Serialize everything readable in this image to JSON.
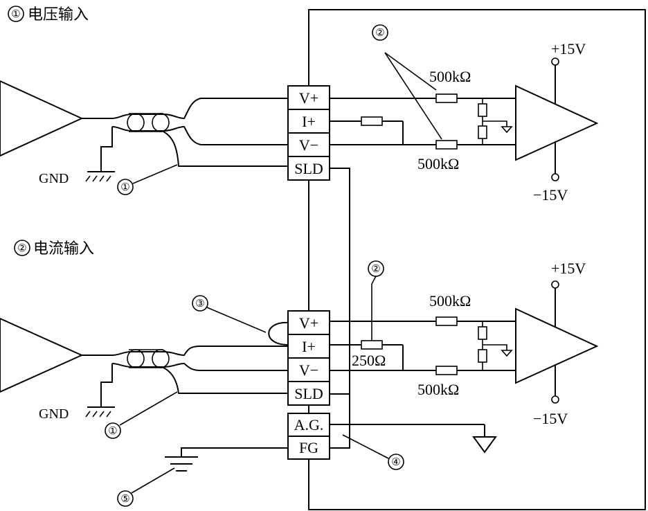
{
  "sections": {
    "voltage_title": "电压输入",
    "current_title": "电流输入"
  },
  "markers": {
    "m1": "①",
    "m2": "②",
    "m3": "③",
    "m4": "④",
    "m5": "⑤"
  },
  "terminals": {
    "vplus": "V+",
    "iplus": "I+",
    "vminus": "V−",
    "sld": "SLD",
    "ag": "A.G.",
    "fg": "FG"
  },
  "labels": {
    "gnd": "GND",
    "r500k": "500kΩ",
    "r250": "250Ω",
    "vpos": "+15V",
    "vneg": "−15V"
  }
}
